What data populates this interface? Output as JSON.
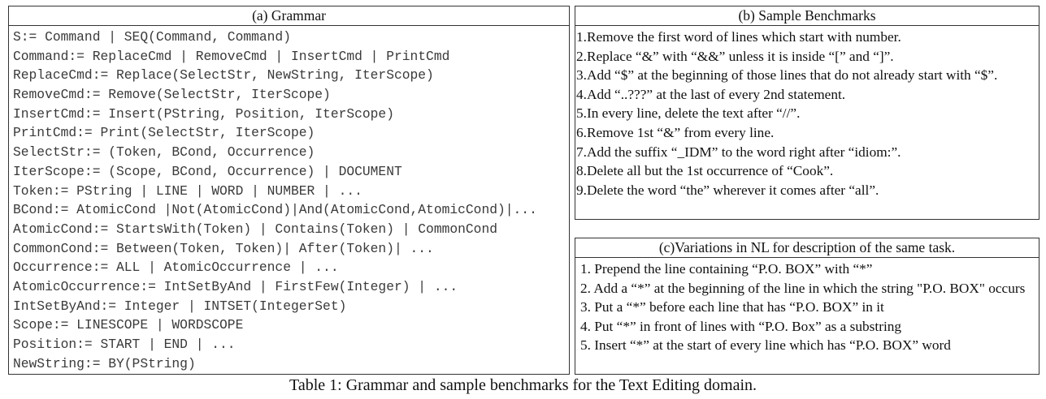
{
  "grammar": {
    "title": "(a) Grammar",
    "lines": [
      "S:= Command | SEQ(Command, Command)",
      "Command:= ReplaceCmd | RemoveCmd | InsertCmd | PrintCmd",
      "ReplaceCmd:= Replace(SelectStr, NewString, IterScope)",
      "RemoveCmd:= Remove(SelectStr, IterScope)",
      "InsertCmd:= Insert(PString, Position, IterScope)",
      "PrintCmd:= Print(SelectStr, IterScope)",
      "SelectStr:= (Token, BCond, Occurrence)",
      "IterScope:= (Scope, BCond, Occurrence) | DOCUMENT",
      "Token:= PString | LINE | WORD | NUMBER | ...",
      "BCond:= AtomicCond |Not(AtomicCond)|And(AtomicCond,AtomicCond)|...",
      "AtomicCond:= StartsWith(Token) | Contains(Token) | CommonCond",
      "CommonCond:= Between(Token, Token)| After(Token)| ...",
      "Occurrence:= ALL | AtomicOccurrence | ...",
      "AtomicOccurrence:= IntSetByAnd | FirstFew(Integer) | ...",
      "IntSetByAnd:= Integer | INTSET(IntegerSet)",
      "Scope:= LINESCOPE | WORDSCOPE",
      "Position:= START | END | ...",
      "NewString:= BY(PString)"
    ]
  },
  "benchmarks": {
    "title": "(b) Sample Benchmarks",
    "items": [
      "1.Remove the first word of lines which start with number.",
      "2.Replace “&” with “&&” unless it is inside “[” and “]”.",
      "3.Add “$” at the beginning of those lines that do not already start with “$”.",
      "4.Add “..???” at the last of every 2nd statement.",
      "5.In every line, delete the text after “//”.",
      "6.Remove 1st “&” from every line.",
      "7.Add the suffix “_IDM” to the word right after “idiom:”.",
      "8.Delete all but the 1st occurrence of “Cook”.",
      "9.Delete the word “the” wherever it comes after “all”."
    ]
  },
  "variations": {
    "title": "(c)Variations in NL for description of the same task.",
    "items": [
      "1. Prepend the line containing “P.O. BOX” with “*”",
      "2. Add a “*” at the beginning of the line in which the string \"P.O. BOX\" occurs",
      "3. Put a “*” before each line that has “P.O. BOX” in it",
      "4. Put “*” in front of lines with “P.O. Box” as a substring",
      "5. Insert “*” at the start of every line which has “P.O. BOX” word"
    ]
  },
  "caption": "Table 1: Grammar and sample benchmarks for the Text Editing domain."
}
